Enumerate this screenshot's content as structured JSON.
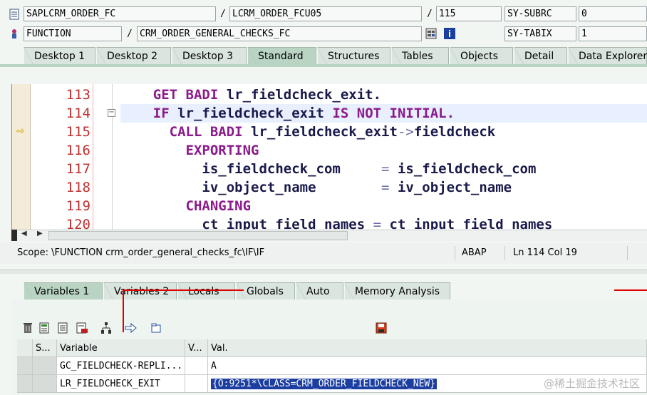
{
  "info": {
    "program": "SAPLCRM_ORDER_FC",
    "include": "LCRM_ORDER_FCU05",
    "line": "115",
    "event_type": "FUNCTION",
    "event_name": "CRM_ORDER_GENERAL_CHECKS_FC",
    "sys1_name": "SY-SUBRC",
    "sys1_value": "0",
    "sys2_name": "SY-TABIX",
    "sys2_value": "1",
    "slash": "/"
  },
  "desktop_tabs": [
    "Desktop 1",
    "Desktop 2",
    "Desktop 3",
    "Standard",
    "Structures",
    "Tables",
    "Objects",
    "Detail",
    "Data Explorer"
  ],
  "code": {
    "line_numbers": [
      "113",
      "114",
      "115",
      "116",
      "117",
      "118",
      "119",
      "120"
    ],
    "lines": [
      {
        "indent": "    ",
        "tokens": [
          [
            "kw",
            "GET BADI "
          ],
          [
            "id",
            "lr_fieldcheck_exit."
          ]
        ]
      },
      {
        "indent": "    ",
        "tokens": [
          [
            "kw",
            "IF "
          ],
          [
            "id",
            "lr_fieldcheck_exit "
          ],
          [
            "kw",
            "IS NOT INITIAL."
          ]
        ]
      },
      {
        "indent": "      ",
        "tokens": [
          [
            "kw",
            "CALL BADI "
          ],
          [
            "id",
            "lr_fieldcheck_exit"
          ],
          [
            "op",
            "->"
          ],
          [
            "id",
            "fieldcheck"
          ]
        ]
      },
      {
        "indent": "        ",
        "tokens": [
          [
            "kw",
            "EXPORTING"
          ]
        ]
      },
      {
        "indent": "          ",
        "tokens": [
          [
            "id",
            "is_fieldcheck_com"
          ],
          [
            "op",
            "     = "
          ],
          [
            "id",
            "is_fieldcheck_com"
          ]
        ]
      },
      {
        "indent": "          ",
        "tokens": [
          [
            "id",
            "iv_object_name"
          ],
          [
            "op",
            "        = "
          ],
          [
            "id",
            "iv_object_name"
          ]
        ]
      },
      {
        "indent": "        ",
        "tokens": [
          [
            "kw",
            "CHANGING"
          ]
        ]
      },
      {
        "indent": "          ",
        "tokens": [
          [
            "id",
            "ct_input_field_names"
          ],
          [
            "op",
            " = "
          ],
          [
            "id",
            "ct_input_field_names"
          ]
        ]
      }
    ]
  },
  "status": {
    "scope": "Scope: \\FUNCTION crm_order_general_checks_fc\\IF\\IF",
    "language": "ABAP",
    "position": "Ln 114 Col 19"
  },
  "variable_tabs": [
    "Variables 1",
    "Variables 2",
    "Locals",
    "Globals",
    "Auto",
    "Memory Analysis"
  ],
  "grid": {
    "headers": [
      "S...",
      "Variable",
      "V...",
      "Val."
    ],
    "rows": [
      {
        "variable": "GC_FIELDCHECK-REPLI...",
        "value": "A"
      },
      {
        "variable": "LR_FIELDCHECK_EXIT",
        "value": "{O:9251*\\CLASS=CRM_ORDER_FIELDCHECK_NEW}"
      }
    ]
  },
  "watermark": "@稀土掘金技术社区"
}
